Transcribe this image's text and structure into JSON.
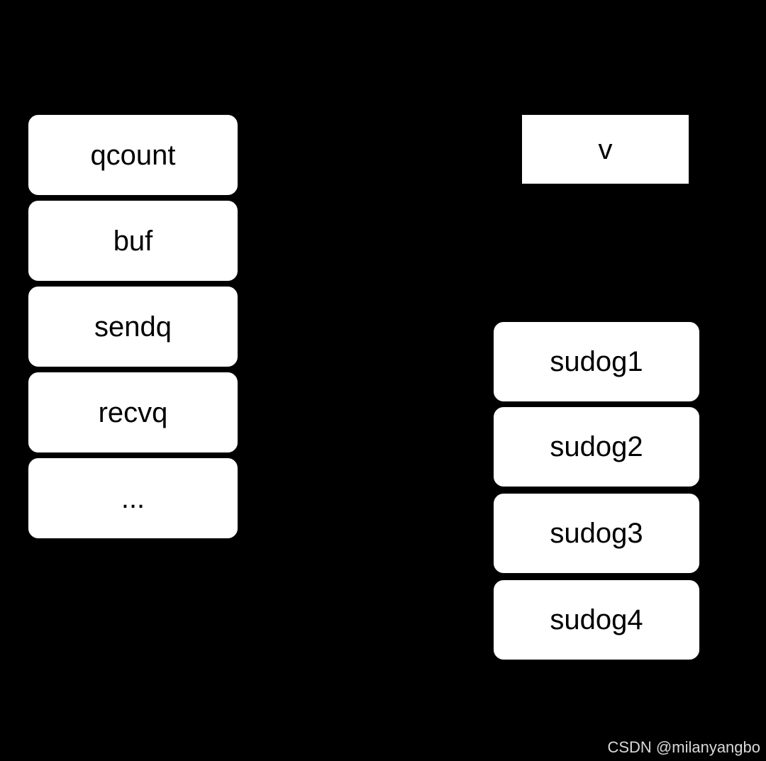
{
  "diagram": {
    "hchan_fields": [
      {
        "label": "qcount"
      },
      {
        "label": "buf"
      },
      {
        "label": "sendq"
      },
      {
        "label": "recvq"
      },
      {
        "label": "..."
      }
    ],
    "value_box": {
      "label": "v"
    },
    "sudog_list": [
      {
        "label": "sudog1"
      },
      {
        "label": "sudog2"
      },
      {
        "label": "sudog3"
      },
      {
        "label": "sudog4"
      }
    ]
  },
  "watermark": {
    "text": "CSDN @milanyangbo"
  },
  "colors": {
    "background": "#000000",
    "box_fill": "#ffffff",
    "box_text": "#000000",
    "watermark_text": "#d9d9d9"
  }
}
